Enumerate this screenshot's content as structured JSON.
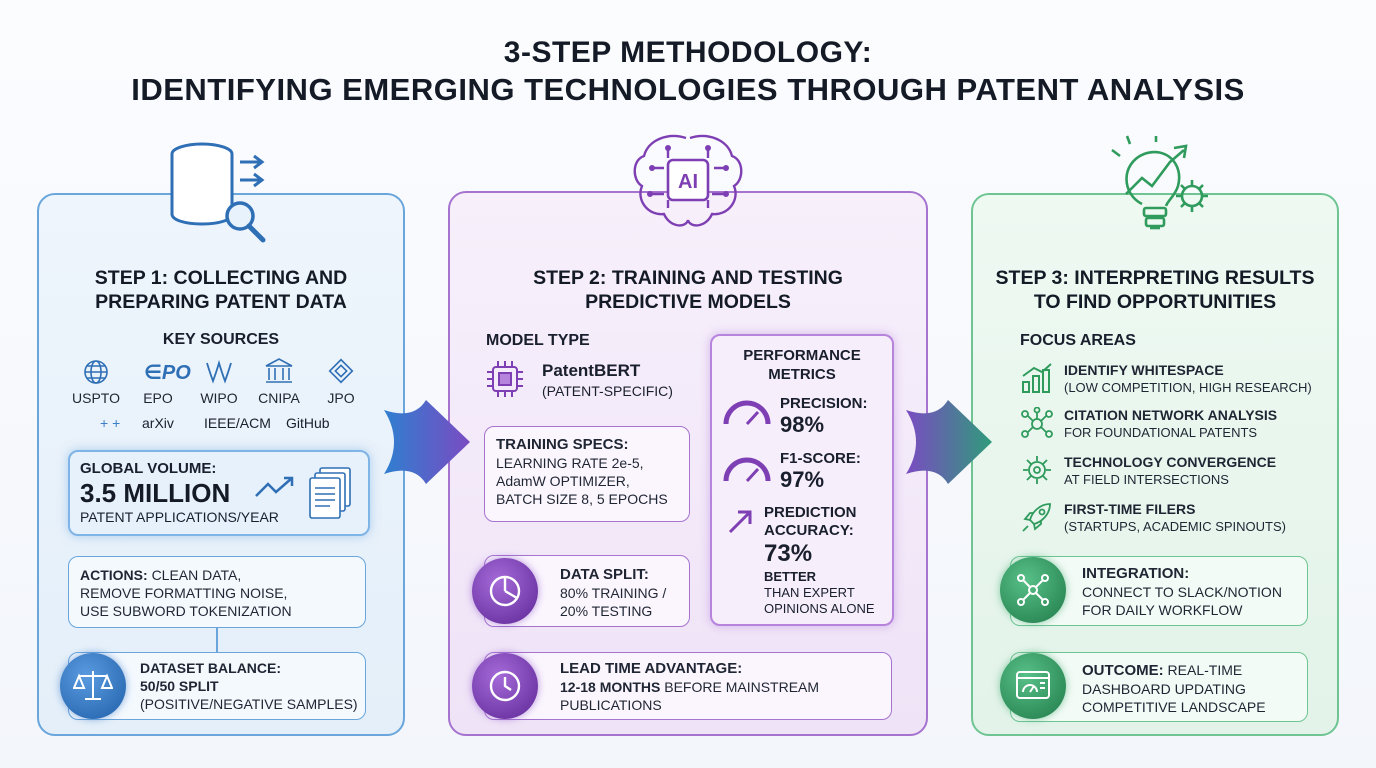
{
  "title": {
    "line1": "3-STEP METHODOLOGY:",
    "line2": "IDENTIFYING EMERGING TECHNOLOGIES THROUGH PATENT ANALYSIS"
  },
  "step1": {
    "title_line1": "STEP 1: COLLECTING AND",
    "title_line2": "PREPARING PATENT DATA",
    "sources_heading": "KEY SOURCES",
    "sources": [
      "USPTO",
      "EPO",
      "WIPO",
      "CNIPA",
      "JPO"
    ],
    "extra_sources_prefix": "+ +",
    "extra_sources": [
      "arXiv",
      "IEEE/ACM",
      "GitHub"
    ],
    "volume_label": "GLOBAL VOLUME:",
    "volume_value": "3.5 MILLION",
    "volume_unit": "PATENT APPLICATIONS/YEAR",
    "actions_label": "ACTIONS:",
    "actions_text_1": "CLEAN DATA,",
    "actions_text_2": "REMOVE FORMATTING NOISE,",
    "actions_text_3": "USE SUBWORD TOKENIZATION",
    "balance_label": "DATASET BALANCE:",
    "balance_value": "50/50 SPLIT",
    "balance_detail": "(POSITIVE/NEGATIVE SAMPLES)"
  },
  "step2": {
    "title_line1": "STEP 2: TRAINING AND TESTING",
    "title_line2": "PREDICTIVE MODELS",
    "model_heading": "MODEL TYPE",
    "model_name": "PatentBERT",
    "model_detail": "(PATENT-SPECIFIC)",
    "specs_label": "TRAINING SPECS:",
    "specs_line1": "LEARNING RATE 2e-5,",
    "specs_line2": "AdamW OPTIMIZER,",
    "specs_line3": "BATCH SIZE 8, 5 EPOCHS",
    "split_label": "DATA SPLIT:",
    "split_line1": "80% TRAINING /",
    "split_line2": "20% TESTING",
    "lead_label": "LEAD TIME ADVANTAGE:",
    "lead_bold": "12-18 MONTHS",
    "lead_rest": " BEFORE MAINSTREAM",
    "lead_line2": "PUBLICATIONS",
    "metrics_heading_1": "PERFORMANCE",
    "metrics_heading_2": "METRICS",
    "precision_label": "PRECISION:",
    "precision_value": "98%",
    "f1_label": "F1-SCORE:",
    "f1_value": "97%",
    "accuracy_label_1": "PREDICTION",
    "accuracy_label_2": "ACCURACY:",
    "accuracy_value": "73%",
    "accuracy_better": "BETTER",
    "accuracy_detail_1": "THAN EXPERT",
    "accuracy_detail_2": "OPINIONS ALONE"
  },
  "step3": {
    "title_line1": "STEP 3: INTERPRETING RESULTS",
    "title_line2": "TO FIND OPPORTUNITIES",
    "focus_heading": "FOCUS AREAS",
    "focus_items": [
      {
        "title": "IDENTIFY WHITESPACE",
        "detail": "(LOW COMPETITION, HIGH RESEARCH)"
      },
      {
        "title": "CITATION NETWORK ANALYSIS",
        "detail": "FOR FOUNDATIONAL PATENTS"
      },
      {
        "title": "TECHNOLOGY CONVERGENCE",
        "detail": "AT FIELD INTERSECTIONS"
      },
      {
        "title": "FIRST-TIME FILERS",
        "detail": "(STARTUPS, ACADEMIC SPINOUTS)"
      }
    ],
    "integration_label": "INTEGRATION:",
    "integration_line1": "CONNECT TO SLACK/NOTION",
    "integration_line2": "FOR DAILY WORKFLOW",
    "outcome_label": "OUTCOME:",
    "outcome_line1": " REAL-TIME",
    "outcome_line2": "DASHBOARD UPDATING",
    "outcome_line3": "COMPETITIVE LANDSCAPE"
  },
  "ai_chip_text": "AI",
  "colors": {
    "blue": "#3a7fc7",
    "purple": "#7d3fb3",
    "green": "#2f9b5c"
  }
}
